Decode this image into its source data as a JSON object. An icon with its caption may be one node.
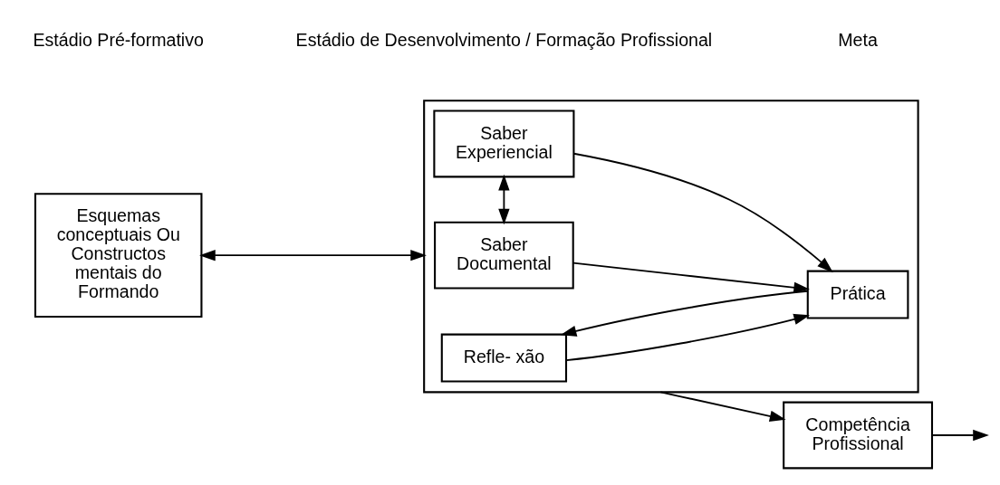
{
  "diagram": {
    "nodes": [
      {
        "text": [
          "Esquemas conceptuais Ou Constructos mentais do Formando"
        ]
      },
      {
        "text": [],
        "shape": "box"
      },
      {
        "text": [
          "Saber Documental"
        ],
        "in": 1
      },
      {
        "text": [
          "Saber Experiencial"
        ],
        "in": 1
      },
      {
        "text": [
          "Prática"
        ],
        "in": 1
      },
      {
        "text": [
          "Refle- xão"
        ],
        "in": 1
      },
      {
        "text": [
          "Competência Profissional"
        ]
      }
    ],
    "edges": [
      {
        "from": 0,
        "to": 1,
        "arrow": "both"
      },
      {
        "from": 2,
        "to": 3,
        "arrow": "both"
      },
      {
        "from": 2,
        "to": 4,
        "arrow": "to"
      },
      {
        "from": 3,
        "to": 4,
        "arrow": "to"
      },
      {
        "from": 4,
        "to": 5,
        "arrow": "to"
      },
      {
        "from": 5,
        "to": 4,
        "arrow": "to"
      },
      {
        "from": 1,
        "to": 6,
        "arrow": "to"
      },
      {
        "from": 6,
        "to": null,
        "arrow": "to"
      }
    ],
    "labels": [
      "Estádio Pré-formativo",
      "Estádio de Desenvolvimento / Formação Profissional",
      "Meta"
    ]
  }
}
